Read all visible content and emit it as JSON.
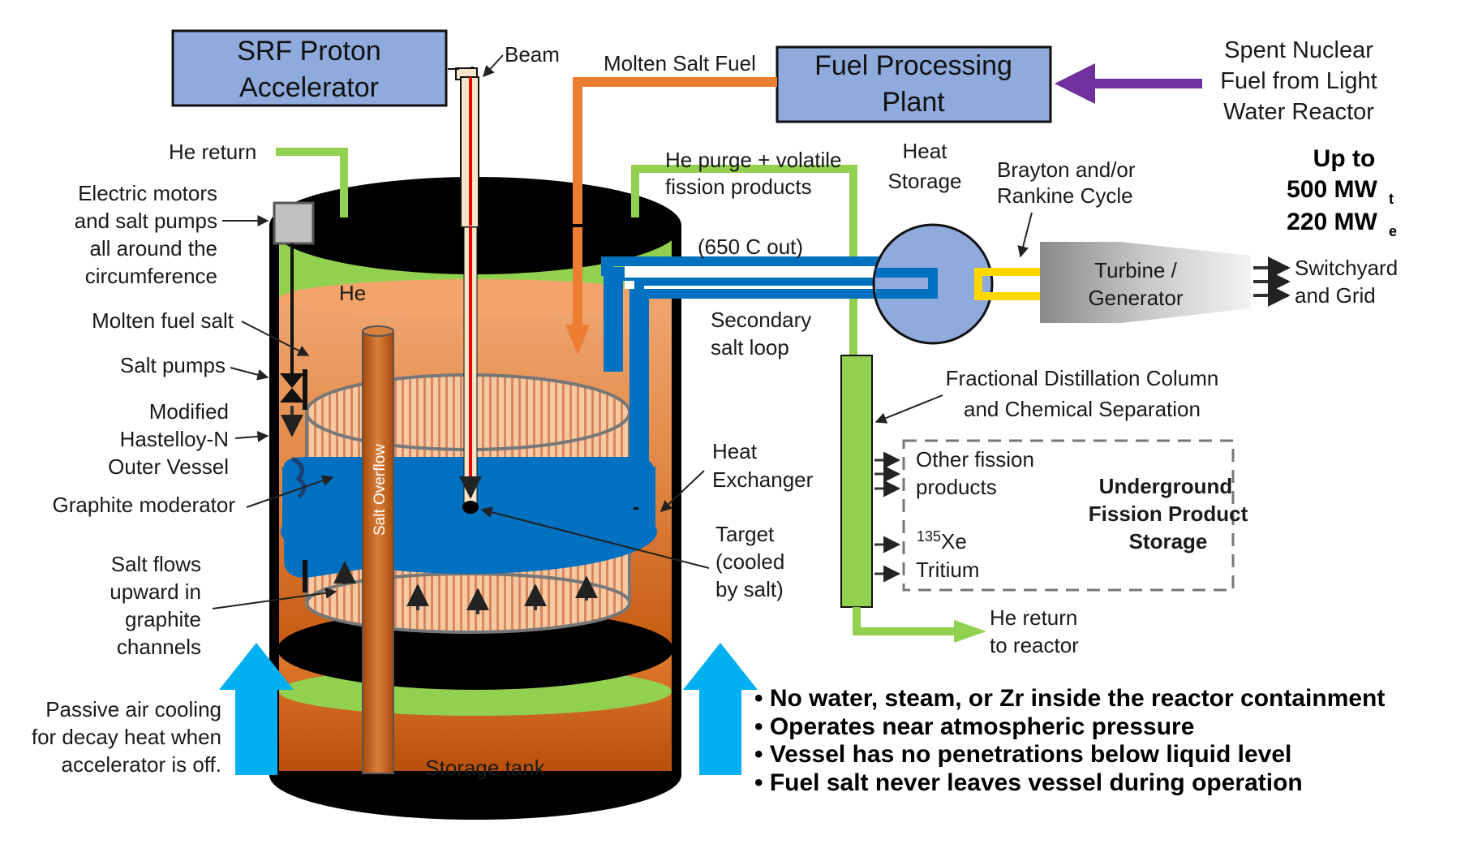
{
  "colors": {
    "box_blue": "#8faadc",
    "green": "#92d050",
    "orange_line": "#ed7d31",
    "blue_loop": "#0070c0",
    "purple": "#7030a0",
    "cyan": "#00b0f0",
    "yellow": "#ffd700",
    "salt_light": "#f4b183",
    "salt_dark": "#c55a11"
  },
  "boxes": {
    "accelerator": [
      "SRF Proton",
      "Accelerator"
    ],
    "fuel_plant": [
      "Fuel Processing",
      "Plant"
    ]
  },
  "labels": {
    "beam": "Beam",
    "molten_salt_fuel": "Molten Salt Fuel",
    "spent_fuel": [
      "Spent Nuclear",
      "Fuel from Light",
      "Water Reactor"
    ],
    "he_return_top": "He return",
    "he_purge": [
      "He purge + volatile",
      "fission products"
    ],
    "heat_storage": [
      "Heat",
      "Storage"
    ],
    "brayton": [
      "Brayton and/or",
      "Rankine Cycle"
    ],
    "power_line1": "Up to",
    "power_line2": "500 MW",
    "power_sub2": "t",
    "power_line3": "220 MW",
    "power_sub3": "e",
    "electric_motors": [
      "Electric motors",
      "and salt pumps",
      "all around the",
      "circumference"
    ],
    "temp_out": "(650 C out)",
    "turbine": [
      "Turbine /",
      "Generator"
    ],
    "switchyard": [
      "Switchyard",
      "and Grid"
    ],
    "he_region": "He",
    "molten_fuel_salt": "Molten fuel salt",
    "secondary_loop": [
      "Secondary",
      "salt loop"
    ],
    "salt_pumps": "Salt pumps",
    "distillation": [
      "Fractional Distillation Column",
      "and Chemical Separation"
    ],
    "hastelloy": [
      "Modified",
      "Hastelloy-N",
      "Outer Vessel"
    ],
    "heat_exchanger": [
      "Heat",
      "Exchanger"
    ],
    "other_fission": [
      "Other fission",
      "products"
    ],
    "underground": [
      "Underground",
      "Fission Product",
      "Storage"
    ],
    "graphite_moderator": "Graphite moderator",
    "salt_overflow": "Salt Overflow",
    "target": [
      "Target",
      "(cooled",
      "by salt)"
    ],
    "xe_sup": "135",
    "xe": "Xe",
    "tritium": "Tritium",
    "salt_flows": [
      "Salt flows",
      "upward in",
      "graphite",
      "channels"
    ],
    "he_return_reactor": [
      "He return",
      "to reactor"
    ],
    "passive_cooling": [
      "Passive air cooling",
      "for decay heat when",
      "accelerator is off."
    ],
    "storage_tank": "Storage tank"
  },
  "bullets": [
    "• No water, steam, or Zr inside the reactor containment",
    "• Operates near atmospheric pressure",
    "• Vessel has no penetrations below liquid level",
    "• Fuel salt never leaves vessel during operation"
  ]
}
